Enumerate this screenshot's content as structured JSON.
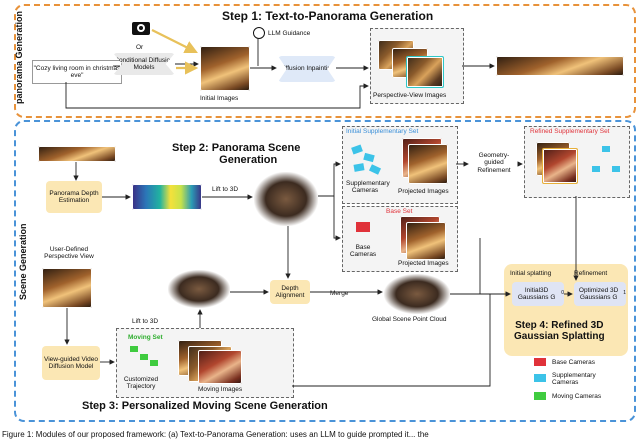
{
  "panels": {
    "top_side_label": "panorama Generation",
    "bottom_side_label": "Scene Generation"
  },
  "steps": {
    "step1": "Step 1: Text-to-Panorama Generation",
    "step2_line1": "Step 2: Panorama Scene",
    "step2_line2": "Generation",
    "step3": "Step 3: Personalized Moving Scene Generation",
    "step4_line1": "Step 4: Refined 3D",
    "step4_line2": "Gaussian Splatting"
  },
  "top": {
    "prompt": "\"Cozy living room in christmas eve\"",
    "or": "Or",
    "conditional_models": "Conditional Diffusion Models",
    "llm_guidance": "LLM Guidance",
    "diffusion_inpainting": "Diffusion Inpainting",
    "initial_images": "Initial Images",
    "perspective_view_images": "Perspective-View Images"
  },
  "bottom": {
    "panorama_depth": "Panorama Depth Estimation",
    "lift_to_3d_a": "Lift to 3D",
    "lift_to_3d_b": "Lift to 3D",
    "initial_supplementary_set": "Initial Supplementary Set",
    "supplementary_cameras": "Supplementary Cameras",
    "projected_images_a": "Projected Images",
    "geometry_guided": "Geometry-guided Refinement",
    "refined_supplementary_set": "Refined Supplementary Set",
    "base_set": "Base Set",
    "base_cameras": "Base Cameras",
    "projected_images_b": "Projected Images",
    "user_defined": "User-Defined Perspective View",
    "video_diffusion": "View-guided Video Diffusion Model",
    "moving_set": "Moving Set",
    "customized_trajectory": "Customized Trajectory",
    "moving_images": "Moving Images",
    "depth_alignment": "Depth Alignment",
    "merge": "Merge",
    "global_point_cloud": "Global Scene Point Cloud",
    "initial_splatting": "Initial splatting",
    "refinement": "Refinement",
    "initial_gaussians": "Initial3D Gaussians G",
    "initial_gaussians_sub": "0",
    "optimized_gaussians": "Optimized 3D Gaussians G",
    "optimized_gaussians_sub": "1"
  },
  "legend": {
    "base": "Base Cameras",
    "supplementary": "Supplementary Cameras",
    "moving": "Moving Cameras"
  },
  "caption": "Figure 1:  Modules of our proposed framework: (a) Text-to-Panorama Generation: uses an LLM to guide prompted it... the",
  "colors": {
    "top_border": "#e8923a",
    "bottom_border": "#4a93d8",
    "box_fill": "#fbe7b4",
    "base_camera": "#e0323a",
    "supplementary_camera": "#3cc3e8",
    "moving_camera": "#3fcb3f",
    "base_set_label": "#e0323a",
    "initial_set_label": "#3a8fd8",
    "refined_set_label": "#e0323a",
    "moving_set_label": "#2fae2f"
  }
}
